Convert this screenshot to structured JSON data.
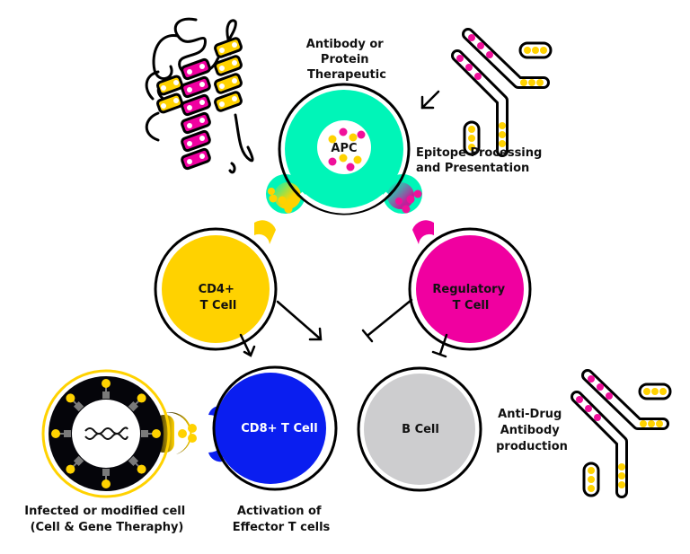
{
  "colors": {
    "apc": "#00F5B8",
    "cd4": "#FFD200",
    "regulatory": "#F000A0",
    "cd8": "#0A1EF0",
    "bcell": "#CDCDCF",
    "infected": "#05050A",
    "dot_yellow": "#FFD200",
    "dot_magenta": "#F0109A",
    "outline": "#000000",
    "receptor_gray": "#7A7A7A"
  },
  "labels": {
    "antibody_therapeutic": [
      "Antibody or",
      "Protein",
      "Therapeutic"
    ],
    "epitope": [
      "Epitope Processing",
      "and Presentation"
    ],
    "infected_cell": [
      "Infected or modified cell",
      "(Cell & Gene Theraphy)"
    ],
    "activation": [
      "Activation of",
      "Effector T cells"
    ],
    "anti_drug": [
      "Anti-Drug",
      "Antibody",
      "production"
    ]
  },
  "cells": {
    "apc": "APC",
    "cd4": [
      "CD4+",
      "T Cell"
    ],
    "regulatory": [
      "Regulatory",
      "T Cell"
    ],
    "cd8": "CD8+ T Cell",
    "bcell": "B Cell"
  }
}
